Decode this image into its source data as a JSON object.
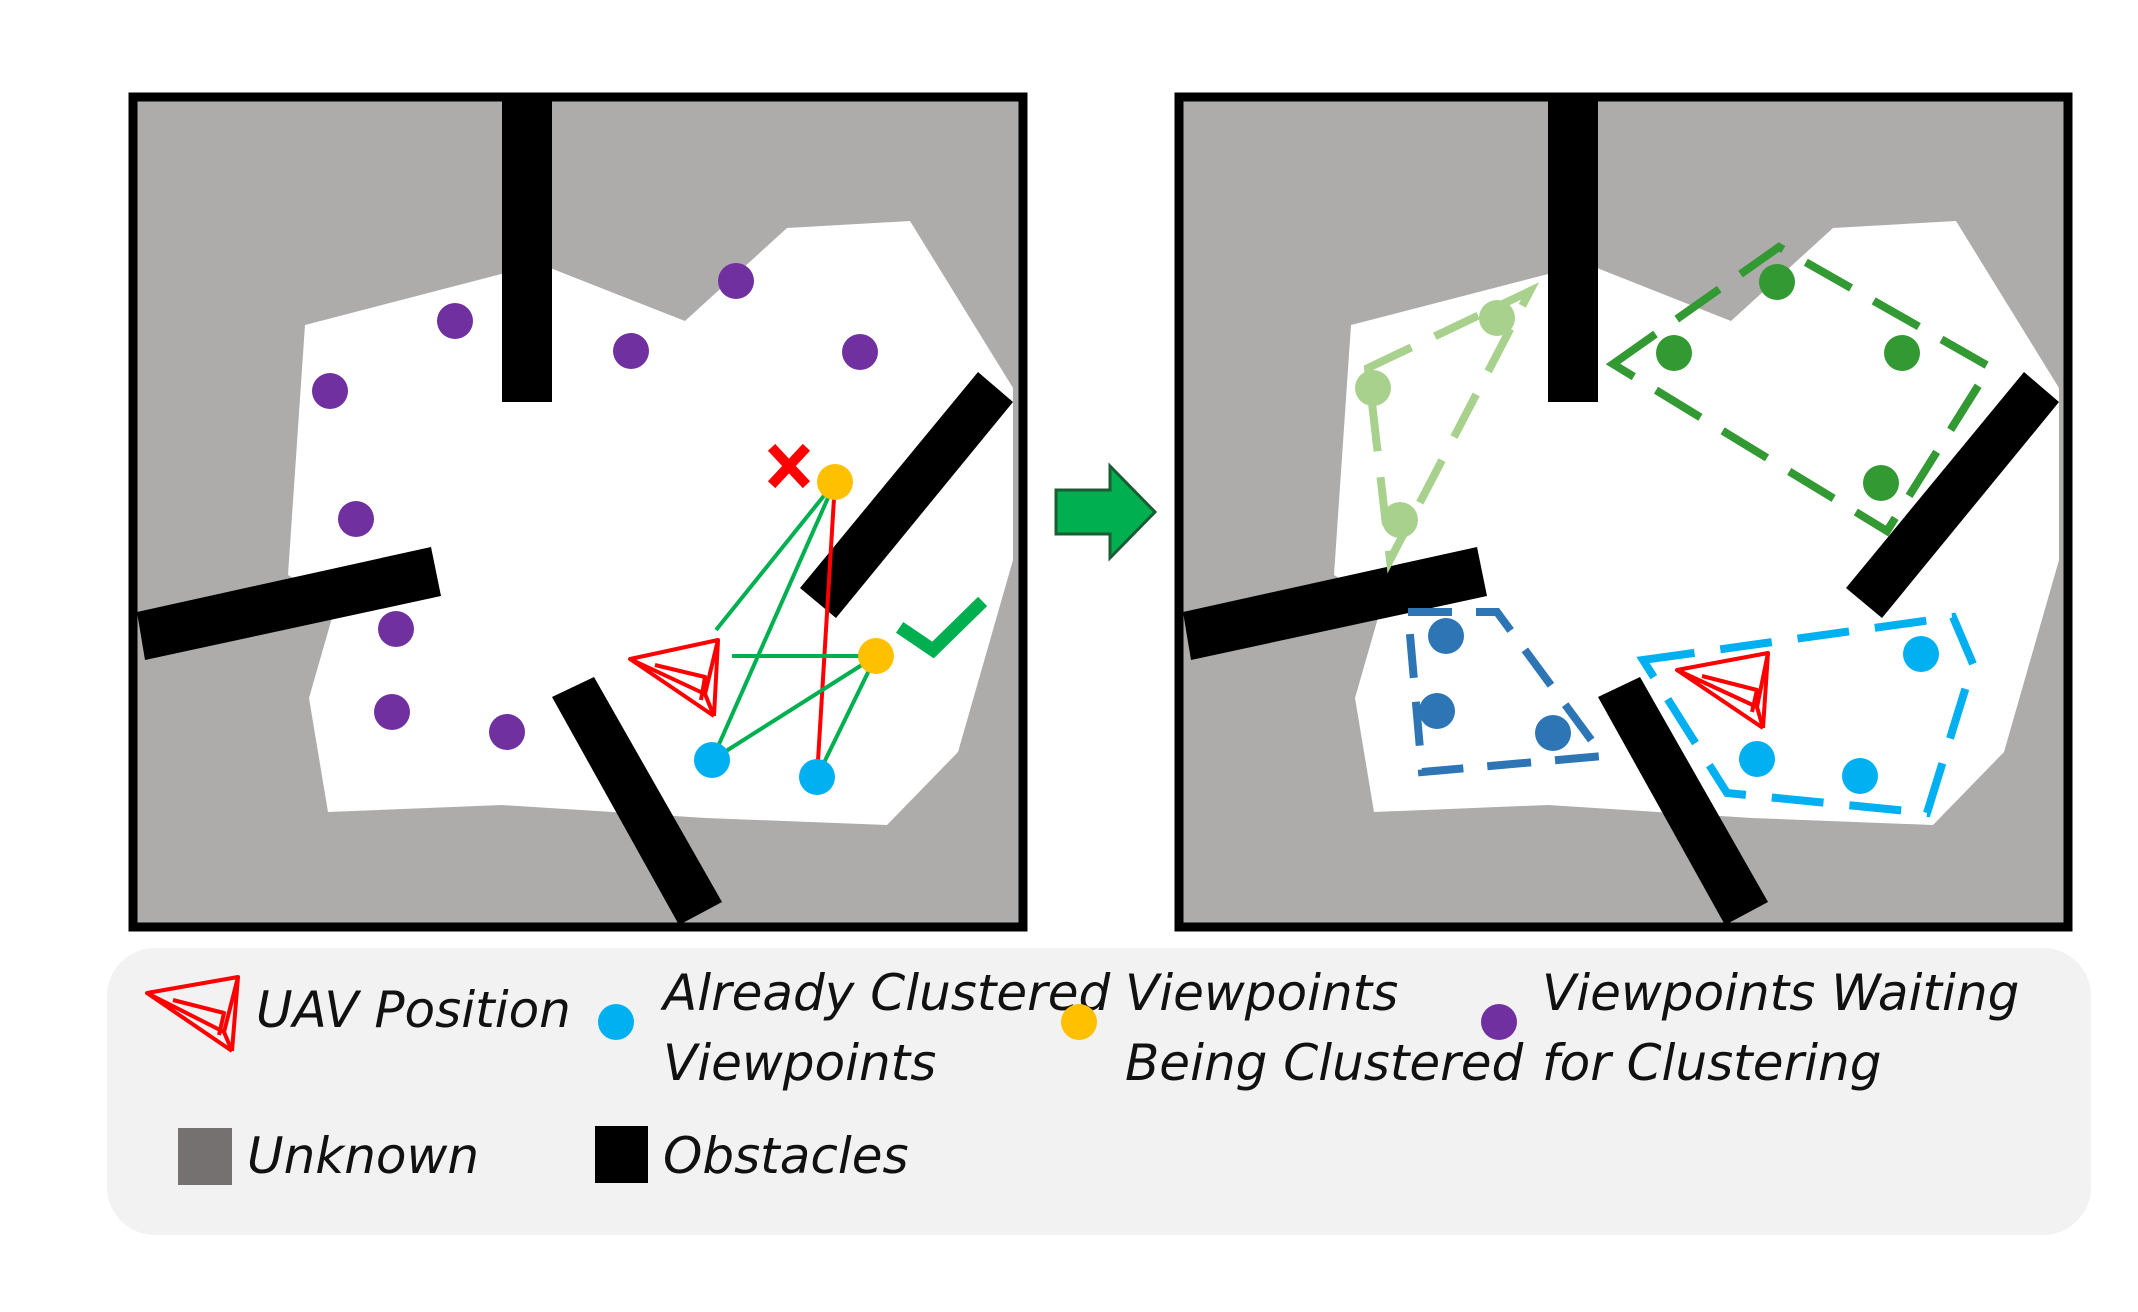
{
  "panels": [
    {
      "name": "before-clustering-panel"
    },
    {
      "name": "after-clustering-panel"
    }
  ],
  "arrow": {
    "icon": "green-right-arrow-icon",
    "color": "#00b050"
  },
  "markers": {
    "reject_icon": "red-x-icon",
    "accept_icon": "green-checkmark-icon",
    "uav_icon": "uav-pyramid-icon"
  },
  "colors": {
    "unknown": "#aeabab",
    "free_space": "#ffffff",
    "obstacle": "#000000",
    "uav": "#ff0000",
    "already_clustered": "#00b0f0",
    "being_clustered": "#ffc000",
    "waiting": "#7030a0",
    "cluster_light_green": "#a9d18e",
    "cluster_dark_green": "#339933",
    "cluster_blue": "#2e75b6",
    "cluster_sky": "#00b0f0",
    "accept_line": "#00b050",
    "reject_line": "#ff0000"
  },
  "legend": {
    "uav": "UAV Position",
    "already_line1": "Already Clustered",
    "already_line2": "Viewpoints",
    "being_line1": "Viewpoints",
    "being_line2": "Being Clustered",
    "waiting_line1": "Viewpoints Waiting",
    "waiting_line2": "for Clustering",
    "unknown": "Unknown",
    "obstacles": "Obstacles"
  }
}
